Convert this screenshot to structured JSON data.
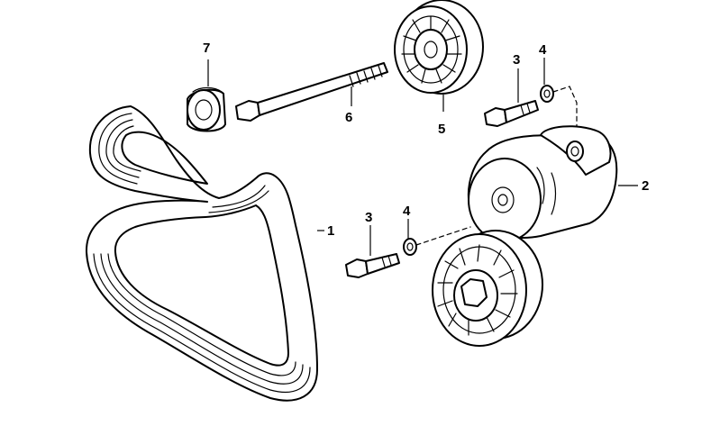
{
  "callouts": {
    "belt": "1",
    "tensioner": "2",
    "bolt_upper": "3",
    "washer_upper": "4",
    "bolt_lower": "3",
    "washer_lower": "4",
    "idler_pulley": "5",
    "long_bolt": "6",
    "cap": "7"
  }
}
